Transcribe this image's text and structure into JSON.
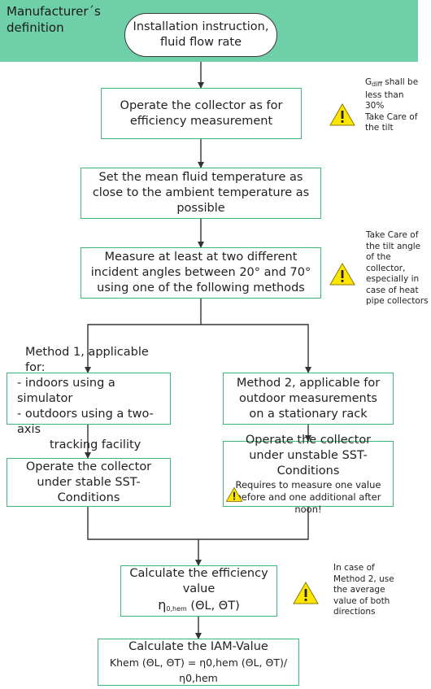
{
  "banner": {
    "label": "Manufacturer´s definition"
  },
  "start": {
    "text_line1": "Installation instruction,",
    "text_line2": "fluid flow rate"
  },
  "steps": {
    "operate": {
      "text": "Operate the collector as for efficiency measurement"
    },
    "set_temp": {
      "text": "Set the mean fluid temperature as close to the ambient temperature as possible"
    },
    "measure": {
      "text": "Measure at least at two different incident angles between 20° and 70° using one of the following methods"
    },
    "method1": {
      "line1": "Method 1, applicable for:",
      "line2": "- indoors using a simulator",
      "line3": "- outdoors using a two-axis",
      "line4": "tracking facility"
    },
    "method2": {
      "text": "Method 2, applicable for outdoor measurements on a stationary rack"
    },
    "stable": {
      "text": "Operate the collector under stable SST-Conditions"
    },
    "unstable": {
      "title": "Operate the collector under unstable SST-Conditions",
      "note_line1": "Requires to measure one value",
      "note_line2": "before and one additional after",
      "note_line3": "noon!"
    },
    "calc_eff": {
      "line1": "Calculate the efficiency value",
      "eta": "η",
      "sub": "0,hem",
      "args": " (ΘL, ΘT)"
    },
    "calc_iam": {
      "line1": "Calculate the IAM-Value",
      "formula": "Khem (ΘL, ΘT) = η0,hem (ΘL, ΘT)/η0,hem"
    }
  },
  "notes": {
    "gdiff": {
      "g": "G",
      "g_sub": "diff",
      "rest": " shall be less than 30%",
      "line2": "Take Care of the tilt"
    },
    "tilt": {
      "text": "Take Care of the tilt angle of the collector, especially in case of heat pipe collectors"
    },
    "method2_avg": {
      "text": "In case of Method 2, use the average value of both directions"
    }
  },
  "colors": {
    "banner": "#6fcfa8",
    "box_border": "#3fb77a",
    "warning_fill": "#ffe600",
    "arrow": "#333333"
  }
}
